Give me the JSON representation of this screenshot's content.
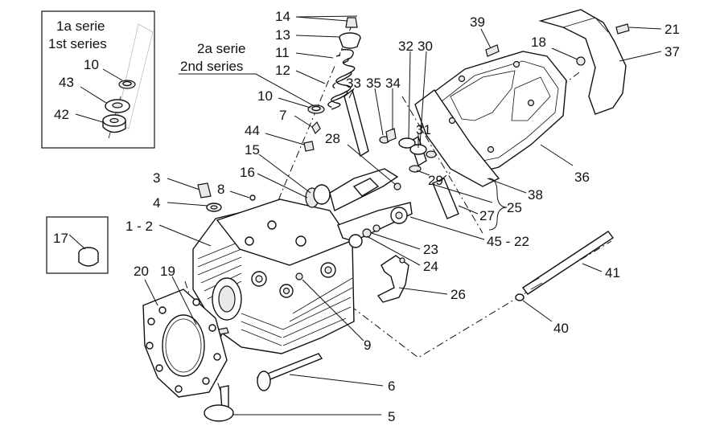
{
  "inset_first_series": {
    "title_line1": "1a serie",
    "title_line2": "1st series",
    "labels": [
      "10",
      "43",
      "42"
    ]
  },
  "second_series": {
    "title_line1": "2a serie",
    "title_line2": "2nd series"
  },
  "part_labels": {
    "p14": "14",
    "p13": "13",
    "p11": "11",
    "p12": "12",
    "p10": "10",
    "p7": "7",
    "p44": "44",
    "p15": "15",
    "p16": "16",
    "p3": "3",
    "p4": "4",
    "p8": "8",
    "p1_2": "1 - 2",
    "p17": "17",
    "p20": "20",
    "p19": "19",
    "p33": "33",
    "p35": "35",
    "p34": "34",
    "p32": "32",
    "p30": "30",
    "p31": "31",
    "p28": "28",
    "p29": "29",
    "p39": "39",
    "p18": "18",
    "p21": "21",
    "p37": "37",
    "p36": "36",
    "p38": "38",
    "p27": "27",
    "p25": "25",
    "p45_22": "45 - 22",
    "p23": "23",
    "p24": "24",
    "p26": "26",
    "p41": "41",
    "p40": "40",
    "p9": "9",
    "p6": "6",
    "p5": "5"
  }
}
